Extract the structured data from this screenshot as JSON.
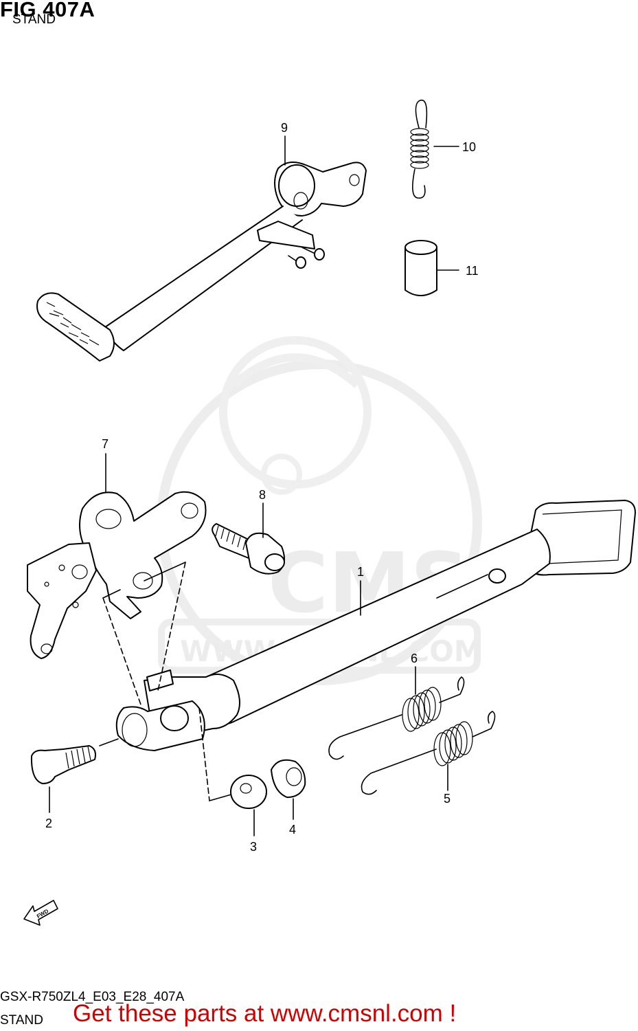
{
  "header": {
    "figure_title": "FIG 407A",
    "subtitle": "STAND"
  },
  "watermark": {
    "logo_text": "CMS",
    "url_text": "WWW.CMSNL.COM"
  },
  "callouts": {
    "p1": "1",
    "p2": "2",
    "p3": "3",
    "p4": "4",
    "p5": "5",
    "p6": "6",
    "p7": "7",
    "p8": "8",
    "p9": "9",
    "p10": "10",
    "p11": "11"
  },
  "direction_marker": "FWD",
  "footer": {
    "model_code": "GSX-R750ZL4_E03_E28_407A",
    "section": "STAND",
    "cta": "Get these parts at www.cmsnl.com !"
  },
  "colors": {
    "line": "#000000",
    "cta": "#d10000",
    "watermark": "#ececec"
  }
}
